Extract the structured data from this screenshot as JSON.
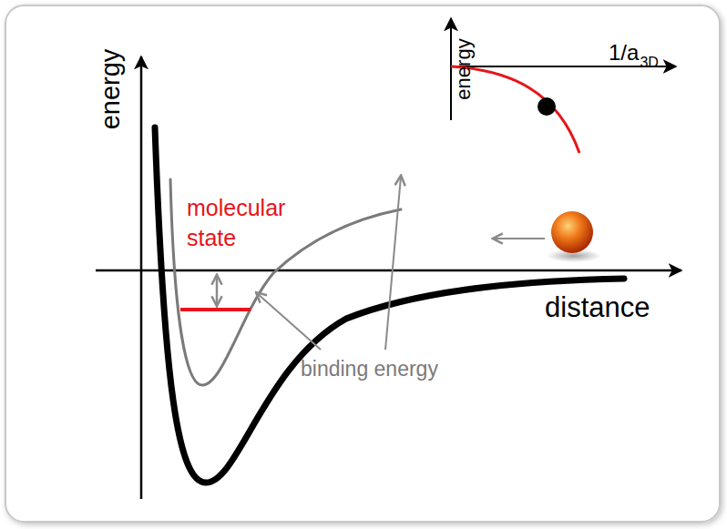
{
  "diagram": {
    "labels": [
      "energy",
      "distance",
      "molecular state",
      "binding energy",
      "energy",
      "1/a",
      "3D"
    ]
  }
}
